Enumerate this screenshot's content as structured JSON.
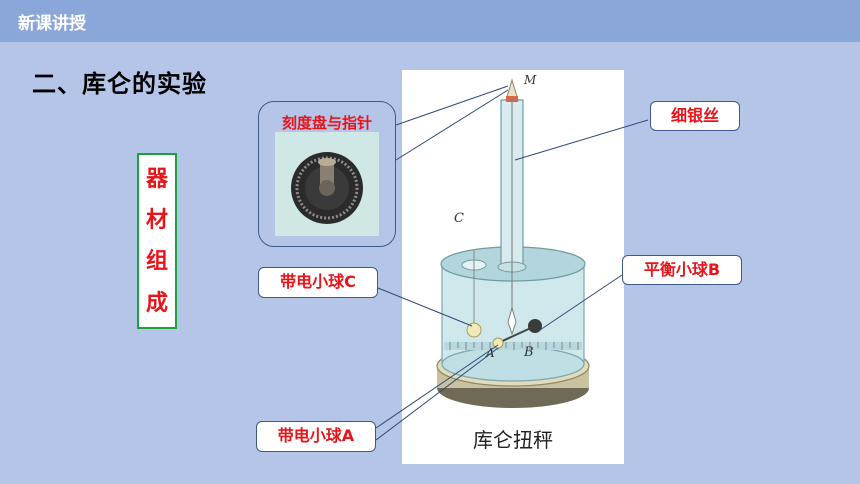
{
  "header": {
    "title": "新课讲授"
  },
  "section": {
    "title": "二、库仑的实验"
  },
  "equipment": {
    "chars": [
      "器",
      "材",
      "组",
      "成"
    ]
  },
  "callouts": {
    "dial": "刻度盘与指针",
    "silver_wire": "细银丝",
    "balance_ball_b": "平衡小球B",
    "charged_ball_c": "带电小球C",
    "charged_ball_a": "带电小球A"
  },
  "figure": {
    "caption": "库仑扭秤",
    "labels": {
      "m": "M",
      "c": "C",
      "a": "A",
      "b": "B"
    }
  }
}
